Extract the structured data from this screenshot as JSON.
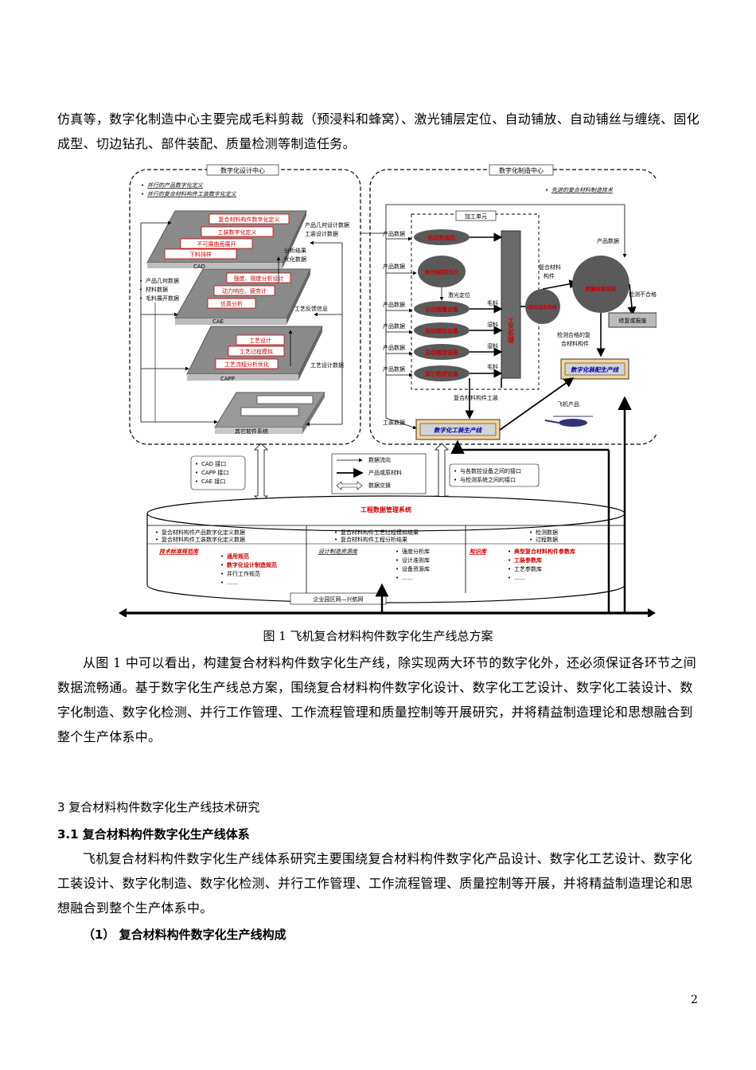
{
  "intro_text": "仿真等，数字化制造中心主要完成毛料剪裁（预浸料和蜂窝）、激光铺层定位、自动铺放、自动铺丝与缠绕、固化成型、切边钻孔、部件装配、质量检测等制造任务。",
  "figure": {
    "design_center": {
      "title": "数字化设计中心",
      "notes": [
        "并行的产品数字化定义",
        "并行的复合材料构件工装数字化定义"
      ],
      "cad": {
        "label": "CAD",
        "items": [
          "复合材料构件数字化定义",
          "工装数字化定义",
          "不可展曲面展开",
          "下料排样"
        ]
      },
      "cae": {
        "label": "CAE",
        "items": [
          "强度、刚度分析设计",
          "动力响应、疲劳计",
          "仿真分析"
        ]
      },
      "capp": {
        "label": "CAPP",
        "items": [
          "工艺设计",
          "工艺过程模拟",
          "工艺流程分析优化"
        ]
      },
      "other": {
        "label": "其它软件系统"
      },
      "inputs": [
        "产品几何数据",
        "材料数据",
        "毛料展开数据"
      ],
      "side_labels": [
        "产品几何设计数据",
        "工装设计数据",
        "分析结果",
        "优化数据",
        "工艺反馈信息",
        "工艺设计数据"
      ]
    },
    "mfg_center": {
      "title": "数字化制造中心",
      "note": "先进的复合材料制造技术",
      "unit_title": "加工单元",
      "devices": [
        "自动剪裁机",
        "激光铺层定位仪",
        "自动铺叠设备",
        "自动铺丝设备",
        "自动缠绕设备",
        "其它数控设备"
      ],
      "left_labels": [
        "产品数据",
        "产品数据",
        "产品数据",
        "产品数据",
        "产品数据",
        "产品数据"
      ],
      "laser_label": "激光定位",
      "material_labels": [
        "毛料",
        "湿料",
        "湿料",
        "毛料"
      ],
      "process": "工艺处理",
      "cure": "固化成型系统",
      "composite_label": [
        "复合材料",
        "构件"
      ],
      "quality": "质量检测系统",
      "product_data": "产品数据",
      "fail_label": "检测不合格",
      "repair": "修复或报废",
      "pass_label": [
        "检测合格的复",
        "合材料构件"
      ],
      "assembly": "数字化装配生产线",
      "aircraft": "飞机产品",
      "tooling_label": "复合材料构件工装",
      "tooling_data": "工装数据",
      "tooling_line": "数字化工装生产线"
    },
    "interfaces": [
      "CAD 接口",
      "CAPP 接口",
      "CAE 接口"
    ],
    "legend": [
      "数据流向",
      "产品或原材料",
      "数据交换"
    ],
    "device_interfaces": [
      "与各数控设备之间的接口",
      "与检测系统之间的接口"
    ],
    "pdm": {
      "title": "工程数据管理系统",
      "col1": [
        "复合材料构件产品数字化定义数据",
        "复合材料构件工装数字化定义数据"
      ],
      "col2": [
        "复合材料构件工艺过程模拟结果",
        "复合材料构件工程分析结果"
      ],
      "col3": [
        "检测数据",
        "过程数据"
      ],
      "lib1": {
        "title": "技术标准规范库",
        "items": [
          "通用规范",
          "数字化设计制造规范",
          "并行工作规范",
          "……"
        ]
      },
      "lib2": {
        "title": "设计制造资源库",
        "items": [
          "强度分析库",
          "设计准则库",
          "设备资源库",
          "……"
        ]
      },
      "lib3": {
        "title": "知识库",
        "items": [
          "典型复合材料构件参数库",
          "工装参数库",
          "工艺参数库",
          "……"
        ]
      }
    },
    "network": "企业园区网—兴航网",
    "caption": "图 1  飞机复合材料构件数字化生产线总方案"
  },
  "para1": "从图 1 中可以看出，构建复合材料构件数字化生产线，除实现两大环节的数字化外，还必须保证各环节之间数据流畅通。基于数字化生产线总方案，围绕复合材料构件数字化设计、数字化工艺设计、数字化工装设计、数字化制造、数字化检测、并行工作管理、工作流程管理和质量控制等开展研究，并将精益制造理论和思想融合到整个生产体系中。",
  "section3": "3    复合材料构件数字化生产线技术研究",
  "section31": "3.1  复合材料构件数字化生产线体系",
  "para2": "飞机复合材料构件数字化生产线体系研究主要围绕复合材料构件数字化产品设计、数字化工艺设计、数字化工装设计、数字化制造、数字化检测、并行工作管理、工作流程管理、质量控制等开展，并将精益制造理论和思想融合到整个生产体系中。",
  "subsection": "（1）    复合材料构件数字化生产线构成",
  "page_number": "2"
}
